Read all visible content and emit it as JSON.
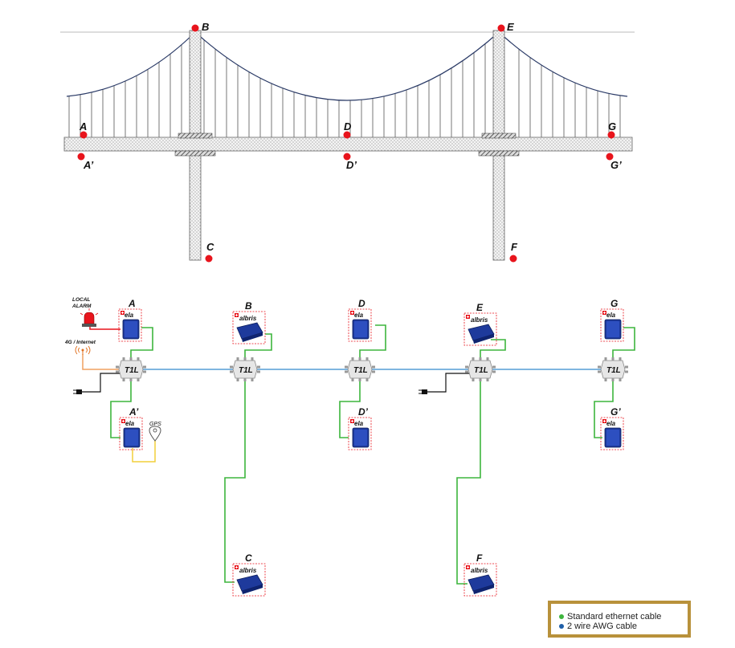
{
  "bridge": {
    "points": [
      {
        "id": "B",
        "label": "B"
      },
      {
        "id": "E",
        "label": "E"
      },
      {
        "id": "A",
        "label": "A"
      },
      {
        "id": "D",
        "label": "D"
      },
      {
        "id": "G",
        "label": "G"
      },
      {
        "id": "A2",
        "label": "A’"
      },
      {
        "id": "D2",
        "label": "D’"
      },
      {
        "id": "G2",
        "label": "G’"
      },
      {
        "id": "C",
        "label": "C"
      },
      {
        "id": "F",
        "label": "F"
      }
    ],
    "marker_color": "#e8141c"
  },
  "network": {
    "local_alarm_label_1": "LOCAL",
    "local_alarm_label_2": "ALARM",
    "internet_label": "4G / Internet",
    "gps_label": "GPS",
    "switch_label": "T1L",
    "brand_ela": "ela",
    "brand_albris": "albris",
    "devices": [
      {
        "id": "A",
        "label": "A",
        "type": "ela"
      },
      {
        "id": "B",
        "label": "B",
        "type": "albris"
      },
      {
        "id": "D",
        "label": "D",
        "type": "ela"
      },
      {
        "id": "E",
        "label": "E",
        "type": "albris"
      },
      {
        "id": "G",
        "label": "G",
        "type": "ela"
      },
      {
        "id": "A2",
        "label": "A’",
        "type": "ela"
      },
      {
        "id": "D2",
        "label": "D’",
        "type": "ela"
      },
      {
        "id": "G2",
        "label": "G’",
        "type": "ela"
      },
      {
        "id": "C",
        "label": "C",
        "type": "albris"
      },
      {
        "id": "F",
        "label": "F",
        "type": "albris"
      }
    ],
    "colors": {
      "ethernet": "#3db53d",
      "awg": "#7fb6e0",
      "alarm": "#e8141c",
      "internet": "#f0a060",
      "gps": "#f2cf3a",
      "power": "#111111",
      "device": "#1e3a9c",
      "frame": "#e8141c"
    }
  },
  "legend": {
    "ethernet_label": "Standard ethernet cable",
    "ethernet_color": "#3db53d",
    "awg_label": "2 wire AWG cable",
    "awg_color": "#1f5fa8"
  }
}
